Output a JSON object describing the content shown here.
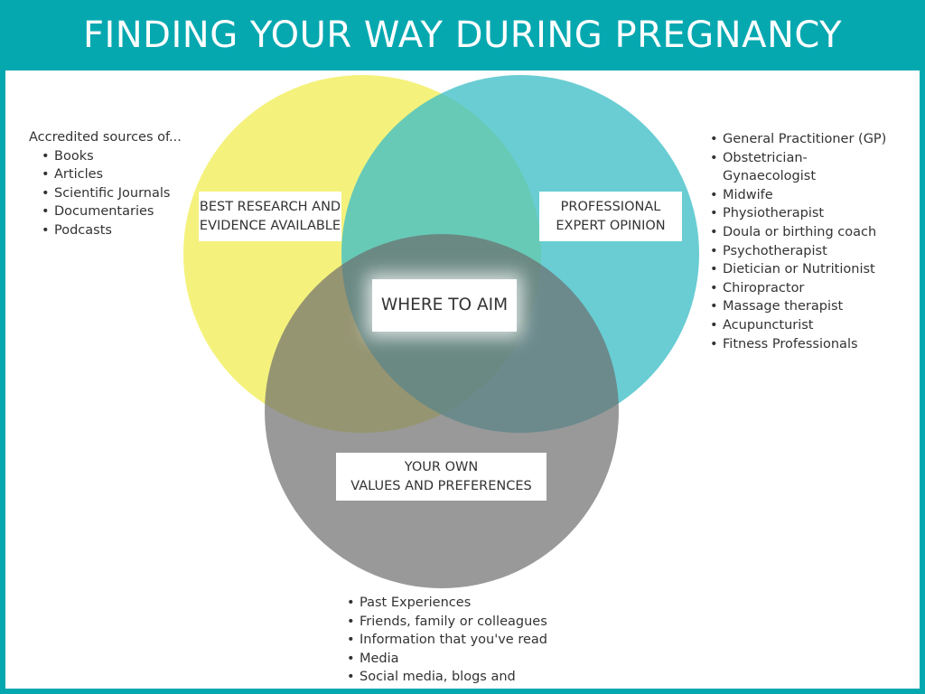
{
  "title": "FINDING YOUR WAY DURING PREGNANCY",
  "colors": {
    "header_bg": "#06A8B0",
    "research_circle": "#F2F06A",
    "expert_circle": "#3FBFC6",
    "values_circle": "#6E6E6E",
    "panel_bg": "#FFFFFF"
  },
  "circles": {
    "research": {
      "label": "BEST RESEARCH AND\nEVIDENCE AVAILABLE"
    },
    "expert": {
      "label": "PROFESSIONAL\nEXPERT OPINION"
    },
    "values": {
      "label": "YOUR OWN\nVALUES AND PREFERENCES"
    },
    "center": {
      "label": "WHERE TO AIM"
    }
  },
  "research_list": {
    "intro": "Accredited sources of...",
    "items": [
      "Books",
      "Articles",
      "Scientific Journals",
      "Documentaries",
      "Podcasts"
    ]
  },
  "expert_list": {
    "items": [
      "General Practitioner (GP)",
      "Obstetrician-Gynaecologist",
      "Midwife",
      "Physiotherapist",
      "Doula or birthing coach",
      "Psychotherapist",
      "Dietician or Nutritionist",
      "Chiropractor",
      "Massage therapist",
      "Acupuncturist",
      "Fitness Professionals"
    ]
  },
  "values_list": {
    "items": [
      "Past Experiences",
      "Friends, family or colleagues",
      "Information that you've read",
      "Media",
      "Social media, blogs and"
    ]
  }
}
